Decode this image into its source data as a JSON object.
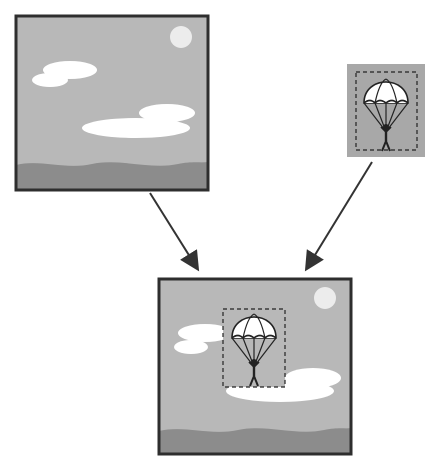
{
  "diagram": {
    "kind": "image-composition",
    "panels": [
      {
        "role": "background-scene",
        "contents": [
          "sun",
          "cloud",
          "cloud",
          "ground"
        ]
      },
      {
        "role": "foreground-sprite",
        "contents": [
          "parachutist"
        ],
        "selection": "dashed-rectangle"
      },
      {
        "role": "composite-result",
        "contents": [
          "sun",
          "cloud",
          "cloud",
          "ground",
          "parachutist"
        ],
        "selection": "dashed-rectangle"
      }
    ],
    "arrows": [
      {
        "from": "background-scene",
        "to": "composite-result"
      },
      {
        "from": "foreground-sprite",
        "to": "composite-result"
      }
    ],
    "colors": {
      "sky": "#b8b8b8",
      "ground": "#8c8c8c",
      "cloud": "#ffffff",
      "frame": "#2e2e2e",
      "sprite_bg": "#a8a8a8",
      "arrow": "#333333"
    }
  }
}
